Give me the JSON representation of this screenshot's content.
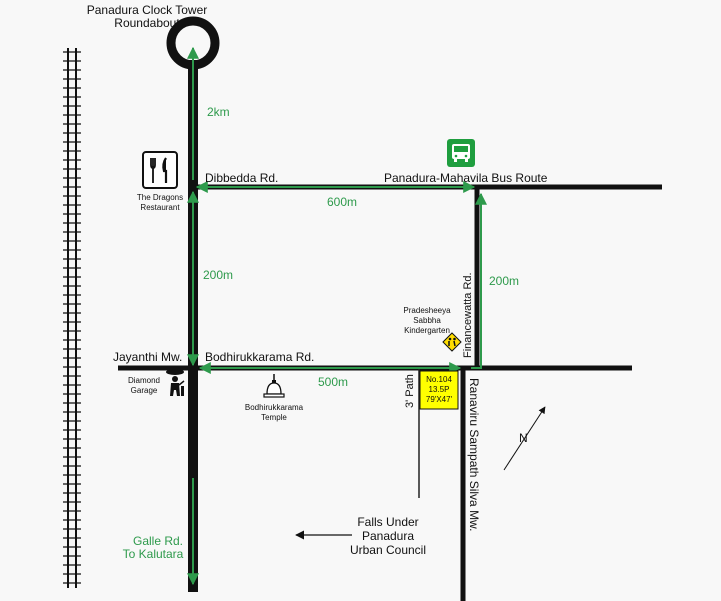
{
  "colors": {
    "background": "#f8f8f8",
    "road": "#111111",
    "route": "#2e9a4c",
    "plot_fill": "#ffff00",
    "bus_icon_bg": "#1f9e3f"
  },
  "labels": {
    "roundabout_line1": "Panadura Clock Tower",
    "roundabout_line2": "Roundabout",
    "dibbedda_rd": "Dibbedda Rd.",
    "bus_route": "Panadura-Mahavila Bus Route",
    "jayanthi_mw": "Jayanthi Mw.",
    "bodhirukkarama_rd": "Bodhirukkarama Rd.",
    "financewatta_rd": "Financewatta Rd.",
    "ranaviru_mw": "Ranaviru Sampath Silva Mw.",
    "three_ft_path": "3' Path",
    "north": "N",
    "falls_under_line1": "Falls Under",
    "falls_under_line2": "Panadura",
    "falls_under_line3": "Urban Council"
  },
  "distances": {
    "to_roundabout": "2km",
    "dibbedda_to_bus": "600m",
    "main_segment": "200m",
    "financewatta": "200m",
    "bodhirukkarama": "500m"
  },
  "galle_rd": {
    "line1": "Galle Rd.",
    "line2": "To Kalutara"
  },
  "landmarks": {
    "restaurant_line1": "The Dragons",
    "restaurant_line2": "Restaurant",
    "restaurant_icon": "fork-knife-icon",
    "garage_line1": "Diamond",
    "garage_line2": "Garage",
    "garage_icon": "mechanic-icon",
    "temple_line1": "Bodhirukkarama",
    "temple_line2": "Temple",
    "temple_icon": "stupa-icon",
    "kindergarten_line1": "Pradesheeya",
    "kindergarten_line2": "Sabbha",
    "kindergarten_line3": "Kindergarten",
    "kindergarten_icon": "school-crossing-icon",
    "bus_icon": "bus-icon"
  },
  "plot": {
    "number": "No.104",
    "extent": "13.5P",
    "dimensions": "79'X47'"
  }
}
